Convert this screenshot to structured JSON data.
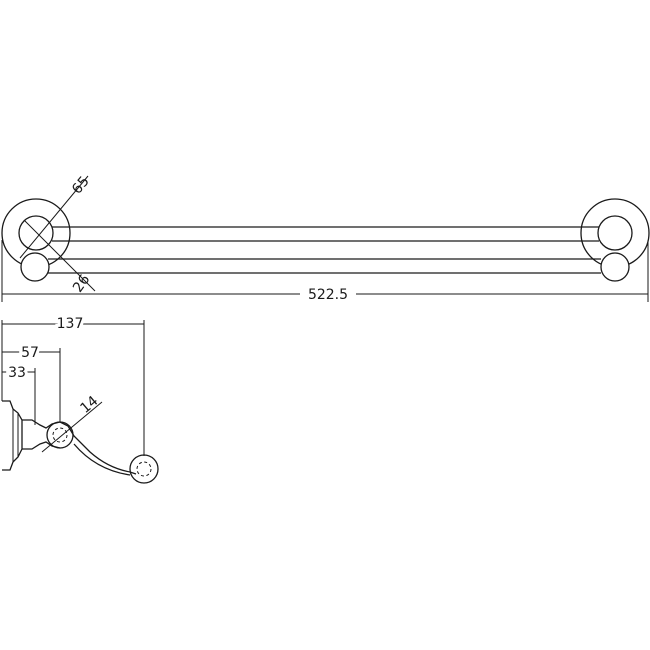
{
  "dimensions": {
    "overall_length": "522.5",
    "rosette_diameter": "65",
    "bar_diameter": "26",
    "projection": "137",
    "second_rail_offset": "57",
    "first_rail_offset": "33",
    "hook_diameter": "14"
  }
}
